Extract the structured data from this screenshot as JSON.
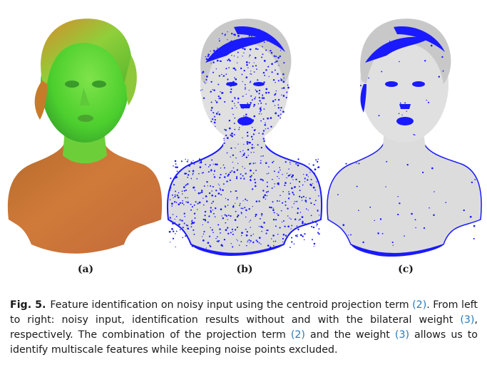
{
  "figure": {
    "subfigure_labels": [
      "(a)",
      "(b)",
      "(c)"
    ]
  },
  "caption": {
    "label": "Fig. 5.",
    "seg1": "Feature identification on noisy input using the centroid projection term ",
    "ref1": "(2)",
    "seg2": ". From left to right: noisy input, identification results without and with the bilateral weight ",
    "ref2": "(3)",
    "seg3": ", respectively. The combination of the projection term ",
    "ref3": "(2)",
    "seg4": " and the weight ",
    "ref4": "(3)",
    "seg5": " allows us to identify multiscale features while keeping noise points excluded."
  },
  "colors": {
    "feature_points": "#1a1aff",
    "surface_gray": "#d9d9d9",
    "normal_green": "#3fd12f",
    "normal_orange": "#e08a2c",
    "link": "#2a7ab8"
  }
}
